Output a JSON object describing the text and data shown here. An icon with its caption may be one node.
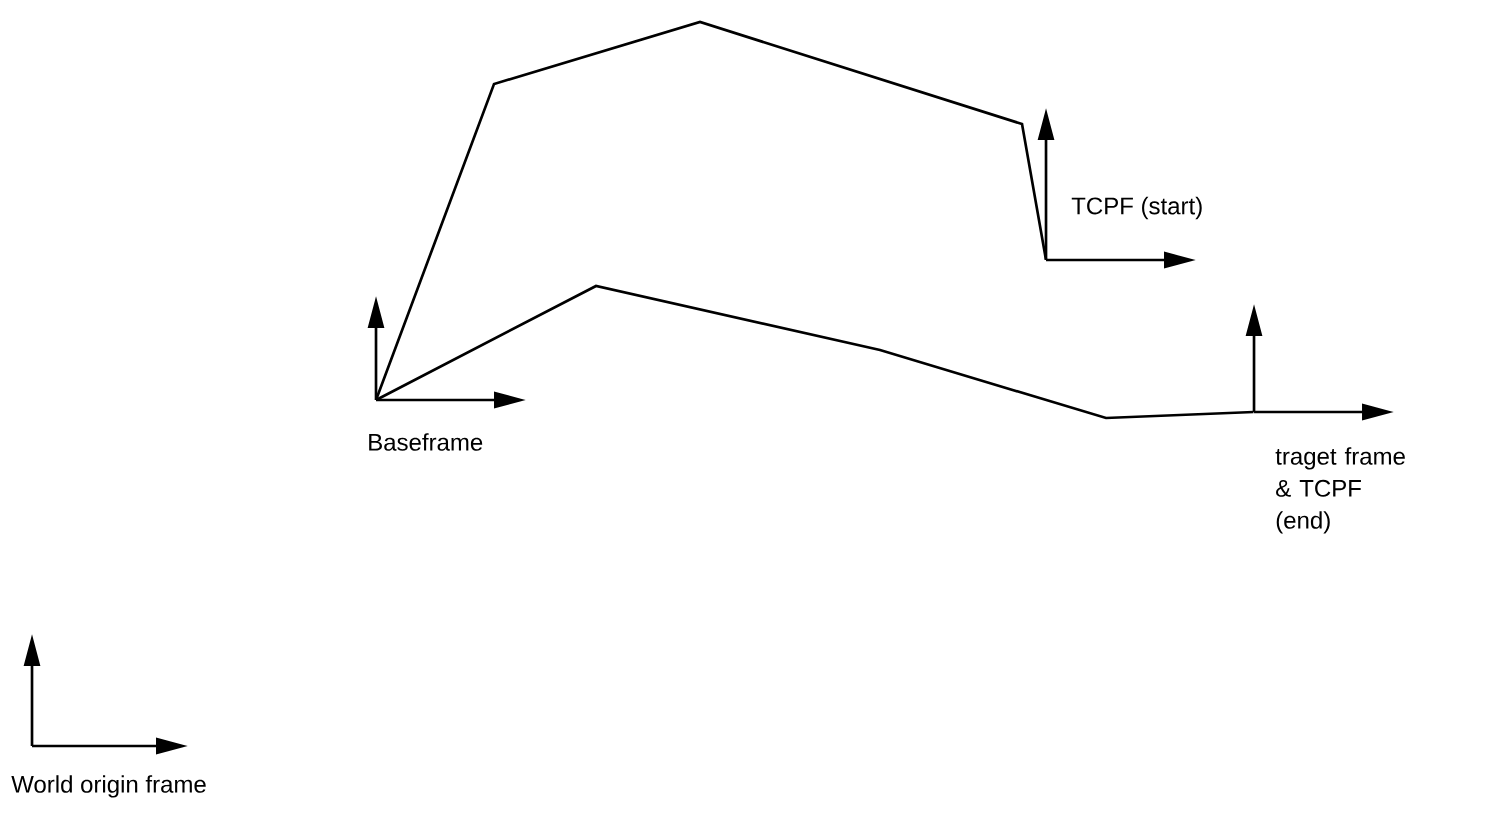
{
  "diagram": {
    "nodes": [
      {
        "text": [
          "Baseframe"
        ]
      },
      {
        "text": [
          "TCPF (start)"
        ]
      },
      {
        "text": [
          "traget frame & TCPF (end)"
        ]
      },
      {
        "text": [
          "World origin frame"
        ]
      }
    ],
    "edges": [
      {
        "from": 0,
        "to": 1,
        "arrow": "none"
      },
      {
        "from": 0,
        "to": 2,
        "arrow": "none"
      }
    ]
  }
}
